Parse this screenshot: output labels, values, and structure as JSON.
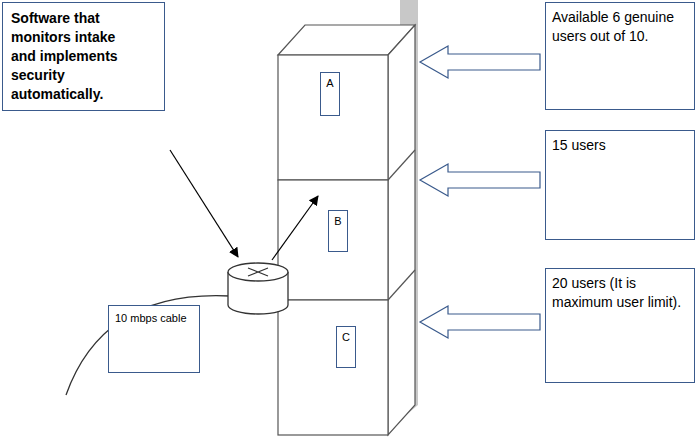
{
  "diagram": {
    "nodes": [
      {
        "text": [
          "Software that monitors intake and implements security automatically."
        ]
      },
      {
        "text": [
          "A"
        ]
      },
      {
        "text": [
          "Available 6 genuine users out of 10."
        ]
      },
      {
        "text": [
          "B"
        ]
      },
      {
        "text": [
          "15 users"
        ]
      },
      {
        "text": [
          "10 mbps cable"
        ]
      },
      {
        "text": [
          "C"
        ]
      },
      {
        "text": [
          "20 users (It is maximum user limit)."
        ]
      }
    ]
  }
}
